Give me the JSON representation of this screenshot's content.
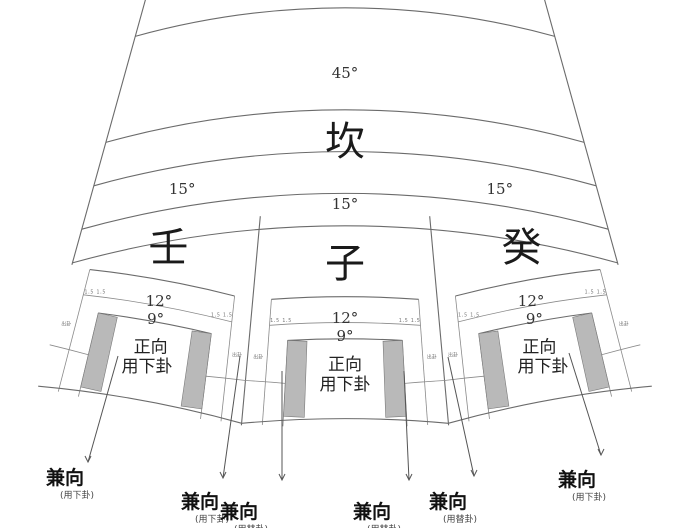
{
  "ring": {
    "outer_label": "45°",
    "outer_name": "坎",
    "sub_labels": [
      "15°",
      "15°",
      "15°"
    ],
    "sub_names": [
      "癸",
      "子",
      "壬"
    ],
    "band_12": "12°",
    "band_9": "9°",
    "orient_top": "正向",
    "orient_bottom": "用下卦",
    "tiny_mark": "1.5 1.5",
    "tiny_side": "出卦"
  },
  "annotations": [
    {
      "title": "兼向",
      "sub": "(用下卦)"
    },
    {
      "title": "兼向",
      "sub": "(用下卦)"
    },
    {
      "title": "兼向",
      "sub": "(用替卦)"
    },
    {
      "title": "兼向",
      "sub": "(用替卦)"
    },
    {
      "title": "兼向",
      "sub": "(用替卦)"
    },
    {
      "title": "兼向",
      "sub": "(用下卦)"
    }
  ]
}
